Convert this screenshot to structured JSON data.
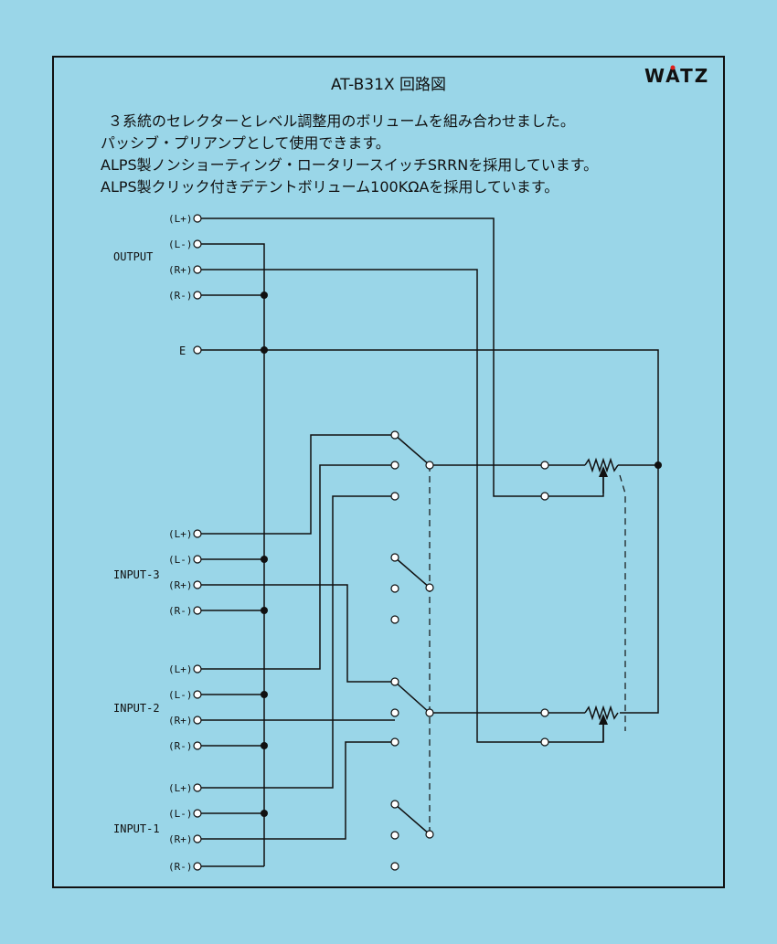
{
  "title": "AT-B31X 回路図",
  "brand": "WATZ",
  "description": [
    "３系統のセレクターとレベル調整用のボリュームを組み合わせました。",
    "パッシブ・プリアンプとして使用できます。",
    "ALPS製ノンショーティング・ロータリースイッチSRRNを採用しています。",
    "ALPS製クリック付きデテントボリューム100KΩAを採用しています。"
  ],
  "groups": {
    "output": "OUTPUT",
    "earth": "E",
    "input3": "INPUT-3",
    "input2": "INPUT-2",
    "input1": "INPUT-1"
  },
  "terminals": {
    "l_plus": "(L+)",
    "l_minus": "(L-)",
    "r_plus": "(R+)",
    "r_minus": "(R-)"
  },
  "colors": {
    "background": "#9ad6e8",
    "line": "#111111",
    "brand_accent": "#e0201c"
  }
}
